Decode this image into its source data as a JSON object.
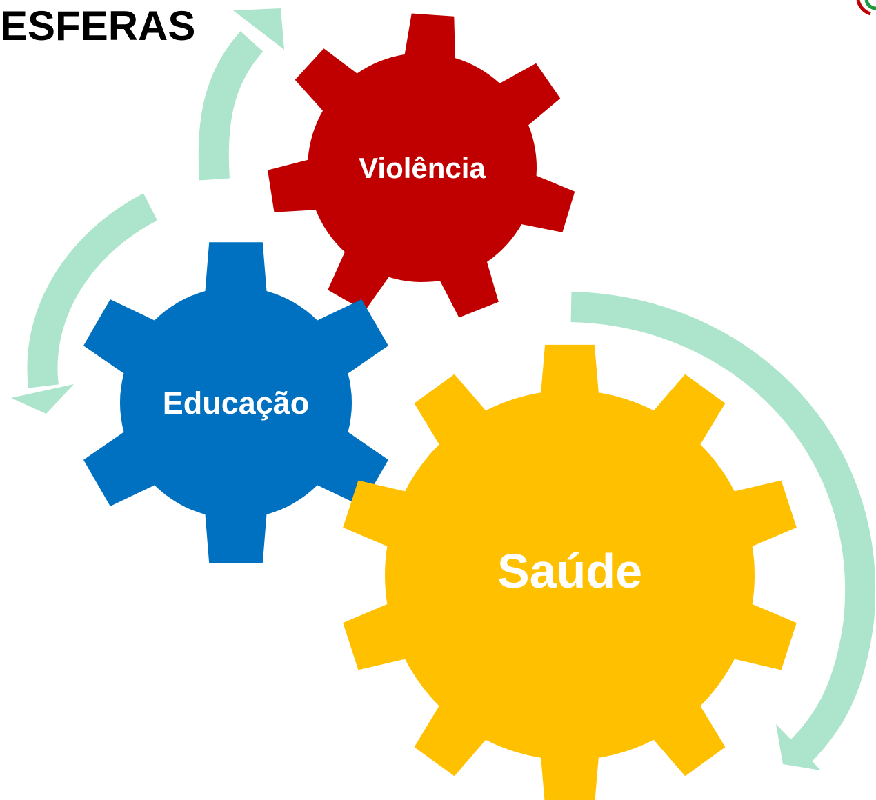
{
  "title": "ESFERAS",
  "gears": [
    {
      "id": "violencia",
      "label": "Violência",
      "color": "#c00000"
    },
    {
      "id": "educacao",
      "label": "Educação",
      "color": "#0070c0"
    },
    {
      "id": "saude",
      "label": "Saúde",
      "color": "#ffc000"
    }
  ],
  "arrows": {
    "color": "#ace4cc",
    "count": 3
  },
  "corner_logo": {
    "colors": [
      "#c00000",
      "#1a9a3a"
    ]
  }
}
